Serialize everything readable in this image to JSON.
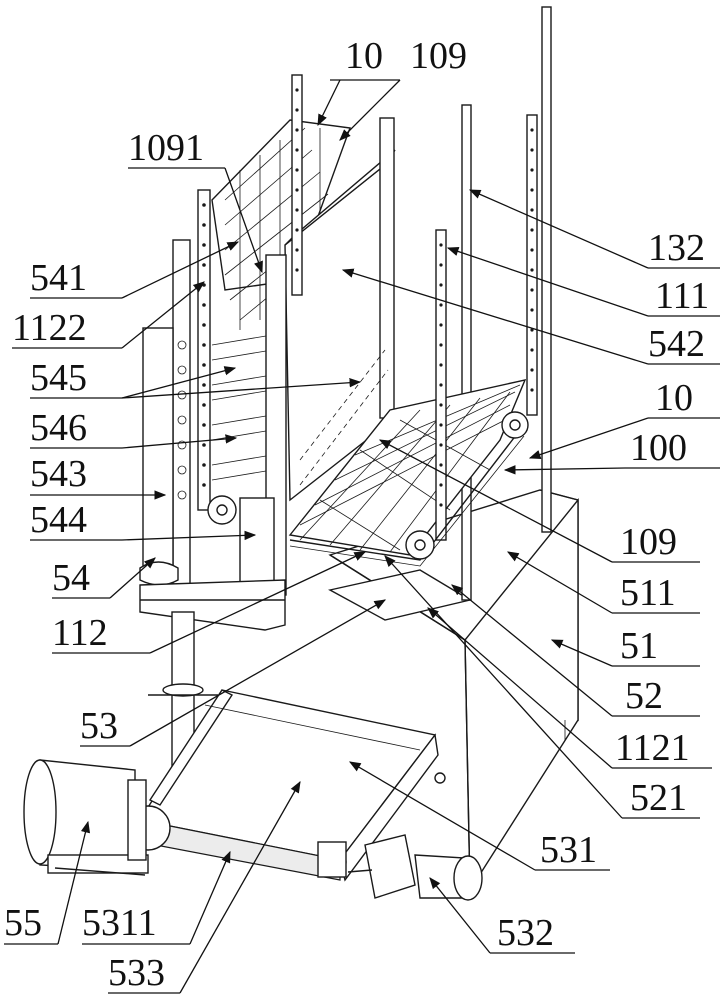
{
  "labels": {
    "l_10_top": "10",
    "l_109_top": "109",
    "l_1091": "1091",
    "l_541": "541",
    "l_1122": "1122",
    "l_545": "545",
    "l_546": "546",
    "l_543": "543",
    "l_544": "544",
    "l_54": "54",
    "l_112": "112",
    "l_53": "53",
    "l_55": "55",
    "l_5311": "5311",
    "l_533": "533",
    "l_132": "132",
    "l_111": "111",
    "l_542": "542",
    "l_10_right": "10",
    "l_100": "100",
    "l_109_right": "109",
    "l_511": "511",
    "l_51": "51",
    "l_52": "52",
    "l_1121": "1121",
    "l_521": "521",
    "l_531": "531",
    "l_532": "532"
  }
}
